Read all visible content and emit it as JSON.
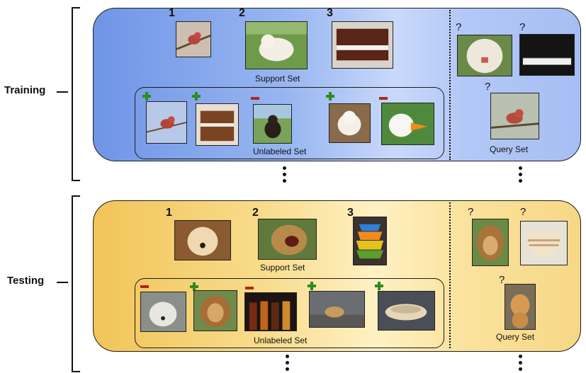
{
  "labels": {
    "training": "Training",
    "testing": "Testing",
    "support_set": "Support Set",
    "unlabeled_set": "Unlabeled Set",
    "query_set": "Query Set"
  },
  "support_numbers": [
    "1",
    "2",
    "3"
  ],
  "query_mark": "?",
  "icons": {
    "positive": "plus-icon",
    "negative": "minus-icon",
    "continuation": "vertical-ellipsis-icon"
  },
  "colors": {
    "training_panel": "#8aaaf0",
    "testing_panel": "#f7d47a",
    "positive_mark": "#2e8b1e",
    "negative_mark": "#b3261e"
  }
}
